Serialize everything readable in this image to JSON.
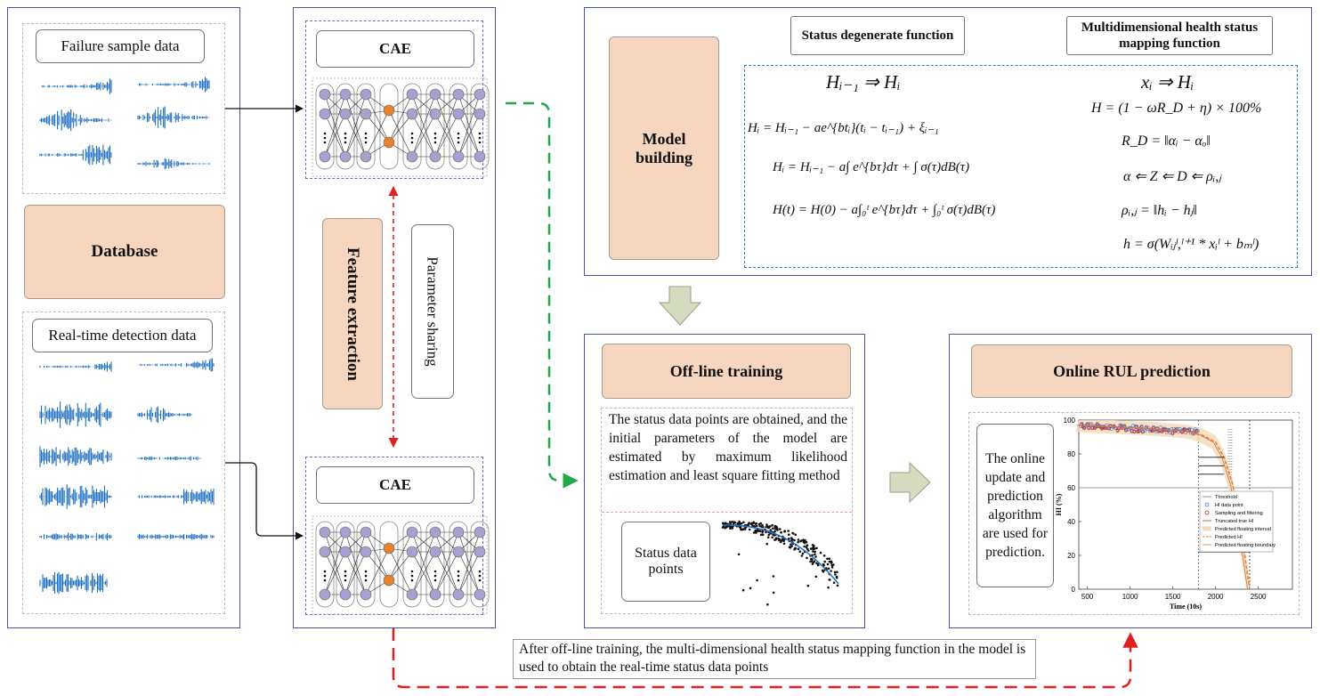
{
  "left": {
    "failure_title": "Failure sample data",
    "database": "Database",
    "realtime_title": "Real-time detection data"
  },
  "middle": {
    "cae_top": "CAE",
    "cae_bottom": "CAE",
    "feature_extraction": "Feature extraction",
    "parameter_sharing": "Parameter sharing"
  },
  "model": {
    "model_building": "Model building",
    "status_fn_title": "Status degenerate function",
    "mapping_fn_title": "Multidimensional health status mapping function",
    "eq_left": [
      "Hᵢ₋₁ ⇒ Hᵢ",
      "Hᵢ = Hᵢ₋₁ − ae^{btᵢ}(tᵢ − tᵢ₋₁) + ξᵢ₋₁",
      "Hᵢ = Hᵢ₋₁ − a∫ e^{bτ}dτ + ∫ σ(τ)dB(τ)",
      "H(t) = H(0) − a∫₀ᵗ e^{bτ}dτ + ∫₀ᵗ σ(τ)dB(τ)"
    ],
    "eq_right": [
      "xᵢ ⇒ Hᵢ",
      "H = (1 − ωR_D + η) × 100%",
      "R_D = ‖αᵢ − αₒ‖",
      "α ⇐ Z ⇐ D ⇐ ρᵢ,ⱼ",
      "ρᵢ,ⱼ = ‖hᵢ − hⱼ‖",
      "h = σ(Wᵢⱼˡ,ˡ⁺¹ * xᵢˡ + bₘˡ)"
    ]
  },
  "offline": {
    "title": "Off-line training",
    "description": "The status data points are obtained, and the initial parameters of the model are estimated by maximum likelihood estimation and least square fitting method",
    "status_points": "Status data points"
  },
  "online": {
    "title": "Online RUL prediction",
    "description": "The online update and prediction algorithm are used for prediction."
  },
  "bottom_note": "After off-line training, the multi-dimensional health status mapping function in the model is used to obtain the real-time status data points",
  "chart_data": {
    "type": "line",
    "xlabel": "Time (10s)",
    "ylabel": "HI (%)",
    "xlim": [
      400,
      2900
    ],
    "ylim": [
      0,
      100
    ],
    "xticks": [
      500,
      1000,
      1500,
      2000,
      2500
    ],
    "yticks": [
      0,
      20,
      40,
      60,
      80,
      100
    ],
    "threshold": 60,
    "legend": [
      "Threshold",
      "HI data point",
      "Sampling and filtering",
      "Truncated true HI",
      "Predicted floating interval",
      "Predicted HI",
      "Predicted floating boundary"
    ],
    "series": [
      {
        "name": "Predicted HI",
        "x": [
          400,
          800,
          1200,
          1500,
          1700,
          1850,
          2000,
          2100,
          2200,
          2300,
          2400
        ],
        "y": [
          97,
          96,
          95,
          94,
          93,
          91,
          87,
          78,
          62,
          35,
          0
        ]
      }
    ]
  },
  "colors": {
    "panel_border": "#4a55a8",
    "peach": "#f6d6bf",
    "signal": "#1f6fc0",
    "green_arrow": "#22a84a",
    "red_arrow": "#e02020",
    "node": "#a6a1cf",
    "node_orange": "#e8822e"
  }
}
